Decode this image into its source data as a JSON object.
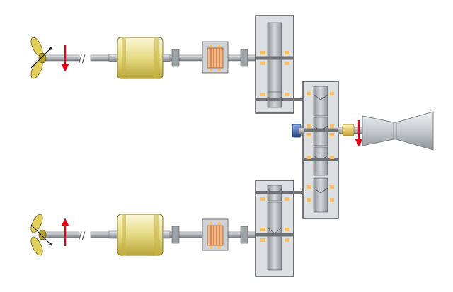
{
  "diagram": {
    "colors": {
      "background": "#ffffff",
      "shaft": "#b9bcc0",
      "shaft_edge": "#6f7378",
      "motor_body": "#ece7a9",
      "motor_band": "#c8b444",
      "motor_edge": "#8a7a22",
      "coupling": "#9ea3a8",
      "clutch_body": "#cfd3d7",
      "clutch_core": "#f0b98c",
      "clutch_stripe": "#c8581c",
      "gearbox_fill": "#dde0e3",
      "gearbox_edge": "#3c4045",
      "gear": "#a9adb2",
      "bearing": "#f4c06a",
      "arrow": "#e60012",
      "turbine": "#c8ccd0",
      "turbine_edge": "#7c8186",
      "generator": "#3a5ea8",
      "propeller": "#d9c55a"
    },
    "components": {
      "propellers": [
        "propeller-top",
        "propeller-bottom"
      ],
      "propulsion_motors": [
        "motor-top",
        "motor-bottom"
      ],
      "clutches": [
        "clutch-top",
        "clutch-bottom"
      ],
      "gearboxes": [
        "gearbox-top",
        "gearbox-center",
        "gearbox-bottom"
      ],
      "prime_mover": "gas-turbine",
      "auxiliary": "generator-unit"
    },
    "rotation_arrows": {
      "propeller_top": "down",
      "propeller_bottom": "up",
      "turbine": "down"
    },
    "shaft_break_symbol": "//"
  }
}
